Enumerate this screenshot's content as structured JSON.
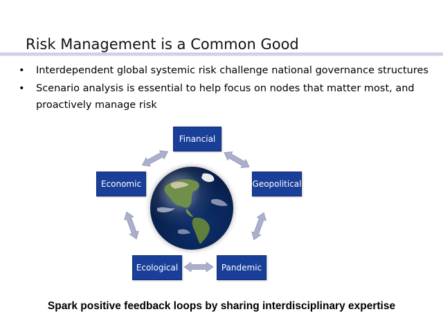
{
  "title": "Risk Management is a Common Good",
  "bullets": [
    {
      "marker": "•",
      "text": "Interdependent global systemic risk challenge national governance structures"
    },
    {
      "marker": "•",
      "text": "Scenario analysis is essential to help focus on nodes that matter most, and proactively manage risk"
    }
  ],
  "diagram": {
    "node_color": "#1a3f99",
    "arrow_color": "#aab0cc",
    "center_icon": "globe-icon",
    "nodes": {
      "financial": "Financial",
      "geopolitical": "Geopolitical",
      "pandemic": "Pandemic",
      "ecological": "Ecological",
      "economic": "Economic"
    }
  },
  "footer": "Spark positive feedback loops by sharing interdisciplinary expertise"
}
